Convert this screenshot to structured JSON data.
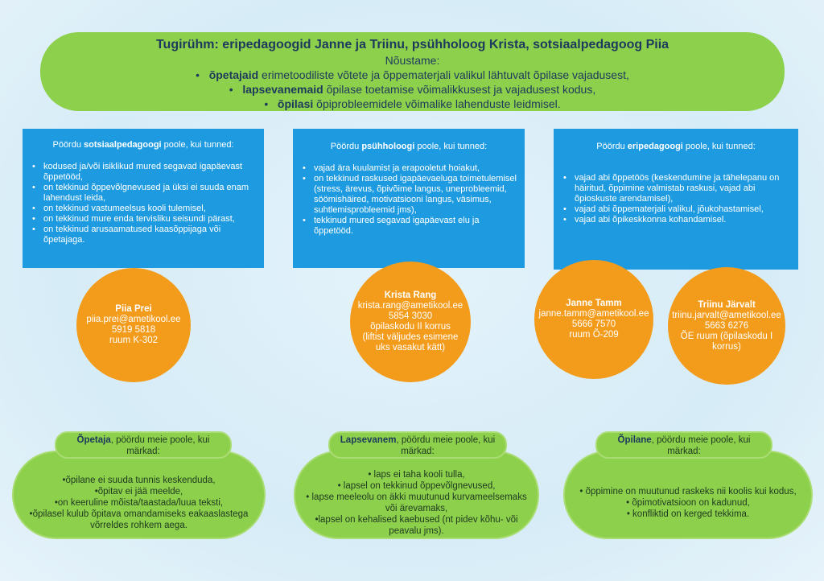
{
  "header": {
    "title": "Tugirühm: eripedagoogid Janne ja Triinu, psühholoog Krista, sotsiaalpedagoog Piia",
    "subtitle": "Nõustame:",
    "lines": [
      {
        "bullet": "•",
        "bold": "õpetajaid",
        "rest": " erimetoodiliste võtete ja õppematerjali valikul lähtuvalt õpilase vajadusest,"
      },
      {
        "bullet": "•",
        "bold": "lapsevanemaid",
        "rest": " õpilase toetamise võimalikkusest ja vajadusest kodus,"
      },
      {
        "bullet": "•",
        "bold": "õpilasi",
        "rest": " õpiprobleemidele võimalike lahenduste leidmisel."
      }
    ]
  },
  "boxes": [
    {
      "pre": "Pöördu ",
      "bold": "sotsiaalpedagoogi",
      "post": " poole, kui tunned:",
      "items": [
        "kodused ja/või isiklikud mured segavad igapäevast õppetööd,",
        "on tekkinud õppevõlgnevused ja üksi ei suuda enam lahendust leida,",
        "on tekkinud vastumeelsus kooli tulemisel,",
        "on tekkinud mure enda tervisliku seisundi pärast,",
        "on tekkinud arusaamatused kaasõppijaga või õpetajaga."
      ]
    },
    {
      "pre": "Pöördu ",
      "bold": "psühholoogi",
      "post": " poole, kui tunned:",
      "items": [
        "vajad ära kuulamist ja erapooletut hoiakut,",
        "on tekkinud raskused igapäevaeluga toimetulemisel (stress, ärevus, õpivõime langus, uneprobleemid, söömishäired, motivatsiooni langus, väsimus, suhtlemisprobleemid jms),",
        "tekkinud mured segavad igapäevast elu ja õppetööd."
      ]
    },
    {
      "pre": "Pöördu ",
      "bold": "eripedagoogi",
      "post": " poole, kui tunned:",
      "items": [
        "vajad abi õppetöös (keskendumine ja tähelepanu on häiritud, õppimine valmistab raskusi, vajad abi õpioskuste arendamisel),",
        "vajad abi õppematerjali valikul, jõukohastamisel,",
        "vajad abi õpikeskkonna kohandamisel."
      ]
    }
  ],
  "contacts": [
    {
      "name": "Piia Prei",
      "email": "piia.prei@ametikool.ee",
      "phone": "5919 5818",
      "room": "ruum K-302"
    },
    {
      "name": "Krista Rang",
      "email": "krista.rang@ametikool.ee",
      "phone": "5854 3030",
      "room": "õpilaskodu II korrus (liftist väljudes esimene uks vasakut kätt)"
    },
    {
      "name": "Janne Tamm",
      "email": "janne.tamm@ametikool.ee",
      "phone": "5666 7570",
      "room": "ruum Õ-209"
    },
    {
      "name": "Triinu Järvalt",
      "email": "triinu.jarvalt@ametikool.ee",
      "phone": "5663 6276",
      "room": "ÕE ruum (õpilaskodu I korrus)"
    }
  ],
  "signs": [
    {
      "bold": "Õpetaja",
      "rest": ", pöördu meie poole, kui märkad:",
      "items": [
        "•õpilane ei suuda tunnis keskenduda,",
        "•õpitav ei jää meelde,",
        "•on keeruline mõista/taastada/luua teksti,",
        "•õpilasel kulub õpitava omandamiseks eakaaslastega võrreldes rohkem aega."
      ]
    },
    {
      "bold": "Lapsevanem",
      "rest": ", pöördu meie poole, kui märkad:",
      "items": [
        "• laps ei taha kooli tulla,",
        "• lapsel on tekkinud õppevõlgnevused,",
        "• lapse meeleolu on äkki muutunud kurvameelsemaks või ärevamaks,",
        "•lapsel on kehalised kaebused (nt pidev kõhu- või peavalu jms)."
      ]
    },
    {
      "bold": "Õpilane",
      "rest": ", pöördu meie poole, kui märkad:",
      "items": [
        "• õppimine on muutunud raskeks nii koolis kui kodus,",
        "• õpimotivatsioon on kadunud,",
        "• konfliktid on kerged tekkima."
      ]
    }
  ]
}
